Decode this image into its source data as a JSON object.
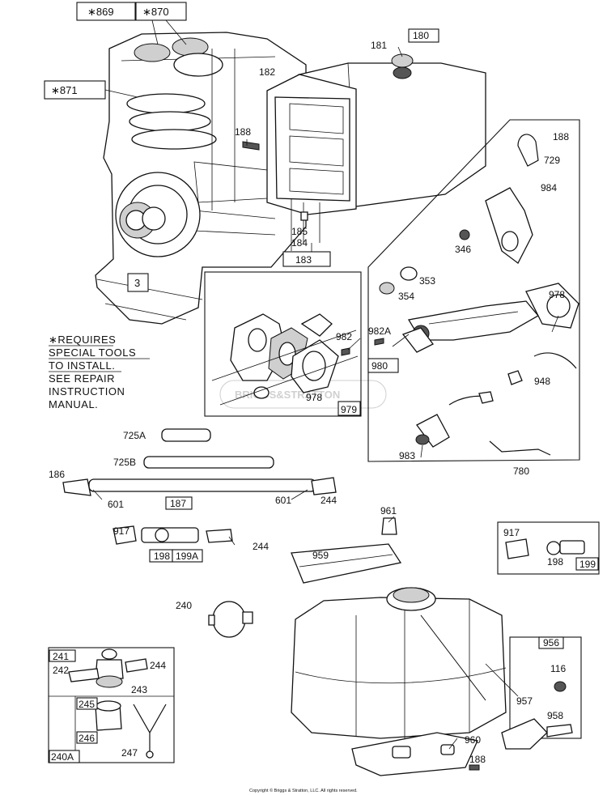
{
  "labels": {
    "l869": "∗869",
    "l870": "∗870",
    "l871": "∗871",
    "l180": "180",
    "l181": "181",
    "l182": "182",
    "l188a": "188",
    "l185": "185",
    "l184": "184",
    "l183": "183",
    "l3": "3",
    "l188b": "188",
    "l729": "729",
    "l984": "984",
    "l346": "346",
    "l353": "353",
    "l354": "354",
    "l978a": "978",
    "l982": "982",
    "l978b": "978",
    "l979": "979",
    "l982a": "982A",
    "l980": "980",
    "l948": "948",
    "l983": "983",
    "l780": "780",
    "l725a": "725A",
    "l725b": "725B",
    "l186": "186",
    "l601a": "601",
    "l187": "187",
    "l601b": "601",
    "l244a": "244",
    "l917a": "917",
    "l198a": "198",
    "l199a": "199A",
    "l244b": "244",
    "l961": "961",
    "l959": "959",
    "l917b": "917",
    "l198b": "198",
    "l199": "199",
    "l240": "240",
    "l241": "241",
    "l242": "242",
    "l244c": "244",
    "l243": "243",
    "l245": "245",
    "l246": "246",
    "l240a": "240A",
    "l247": "247",
    "l956": "956",
    "l116": "116",
    "l957": "957",
    "l958": "958",
    "l960": "960",
    "l188c": "188"
  },
  "note": {
    "line1": "∗REQUIRES",
    "line2": "SPECIAL TOOLS",
    "line3": "TO INSTALL.",
    "line4": "SEE REPAIR",
    "line5": "INSTRUCTION",
    "line6": "MANUAL."
  },
  "watermark": "BRIGGS&STRATTON",
  "copyright": "Copyright © Briggs & Stratton, LLC. All rights reserved."
}
